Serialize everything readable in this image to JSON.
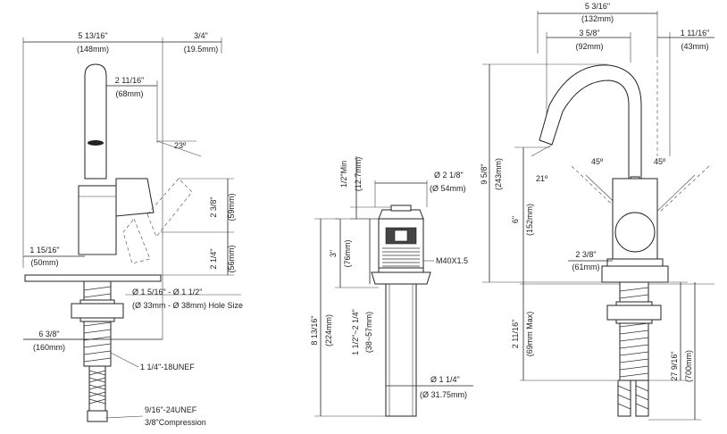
{
  "left_view": {
    "overall_width": "5 13/16\"",
    "overall_width_mm": "(148mm)",
    "offset": "3/4\"",
    "offset_mm": "(19.5mm)",
    "spout_reach": "2 11/16\"",
    "spout_reach_mm": "(68mm)",
    "angle": "23º",
    "handle_height": "2 3/8\"",
    "handle_height_mm": "(59mm)",
    "base_height": "2 1/4\"",
    "base_height_mm": "(56mm)",
    "base_dia": "1 15/16\"",
    "base_dia_mm": "(50mm)",
    "hole_size": "Ø 1 5/16\" - Ø 1 1/2\"",
    "hole_size_mm": "(Ø 33mm - Ø 38mm) Hole Size",
    "supply_len": "6 3/8\"",
    "supply_len_mm": "(160mm)",
    "thread": "1 1/4\"-18UNEF",
    "connector_thread": "9/16\"-24UNEF",
    "connector": "3/8\"Compression"
  },
  "drain_view": {
    "min_depth": "1/2\"Min",
    "min_depth_mm": "(12.7mm)",
    "cap_dia": "Ø 2 1/8\"",
    "cap_dia_mm": "(Ø 54mm)",
    "body_height": "3\"",
    "body_height_mm": "(76mm)",
    "thread": "M40X1.5",
    "total_height": "8 13/16\"",
    "total_height_mm": "(224mm)",
    "range": "1 1/2\"~2 1/4\"",
    "range_mm": "(38~57mm)",
    "tail_dia": "Ø 1 1/4\"",
    "tail_dia_mm": "(Ø 31.75mm)"
  },
  "right_view": {
    "overall_width": "5 3/16\"",
    "overall_width_mm": "(132mm)",
    "spout_reach": "3 5/8\"",
    "spout_reach_mm": "(92mm)",
    "offset": "1 11/16\"",
    "offset_mm": "(43mm)",
    "total_height": "9 5/8\"",
    "total_height_mm": "(243mm)",
    "spout_height": "6\"",
    "spout_height_mm": "(152mm)",
    "angle_left": "45º",
    "angle_right": "45º",
    "spout_angle": "21º",
    "base_dia": "2 3/8\"",
    "base_dia_mm": "(61mm)",
    "max_thickness": "2 11/16\"",
    "max_thickness_mm": "(69mm Max)",
    "supply_len": "27 9/16\"",
    "supply_len_mm": "(700mm)"
  }
}
